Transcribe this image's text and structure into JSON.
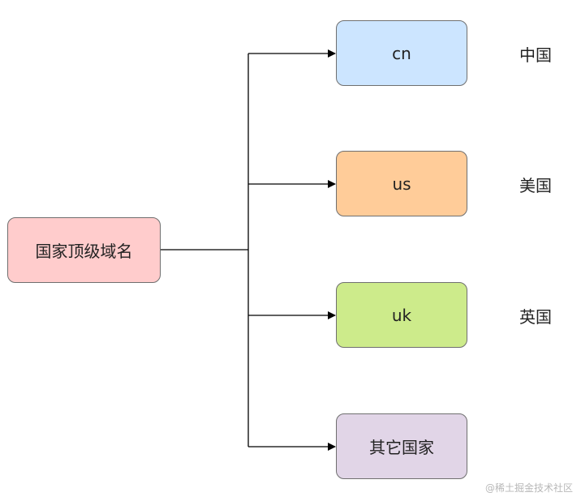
{
  "root": {
    "label": "国家顶级域名",
    "color": "#ffcccc"
  },
  "children": [
    {
      "label": "cn",
      "side_label": "中国",
      "color": "#cce5ff"
    },
    {
      "label": "us",
      "side_label": "美国",
      "color": "#ffcc99"
    },
    {
      "label": "uk",
      "side_label": "英国",
      "color": "#cdeb8b"
    },
    {
      "label": "其它国家",
      "side_label": "",
      "color": "#e1d5e7"
    }
  ],
  "watermark": "@稀土掘金技术社区"
}
